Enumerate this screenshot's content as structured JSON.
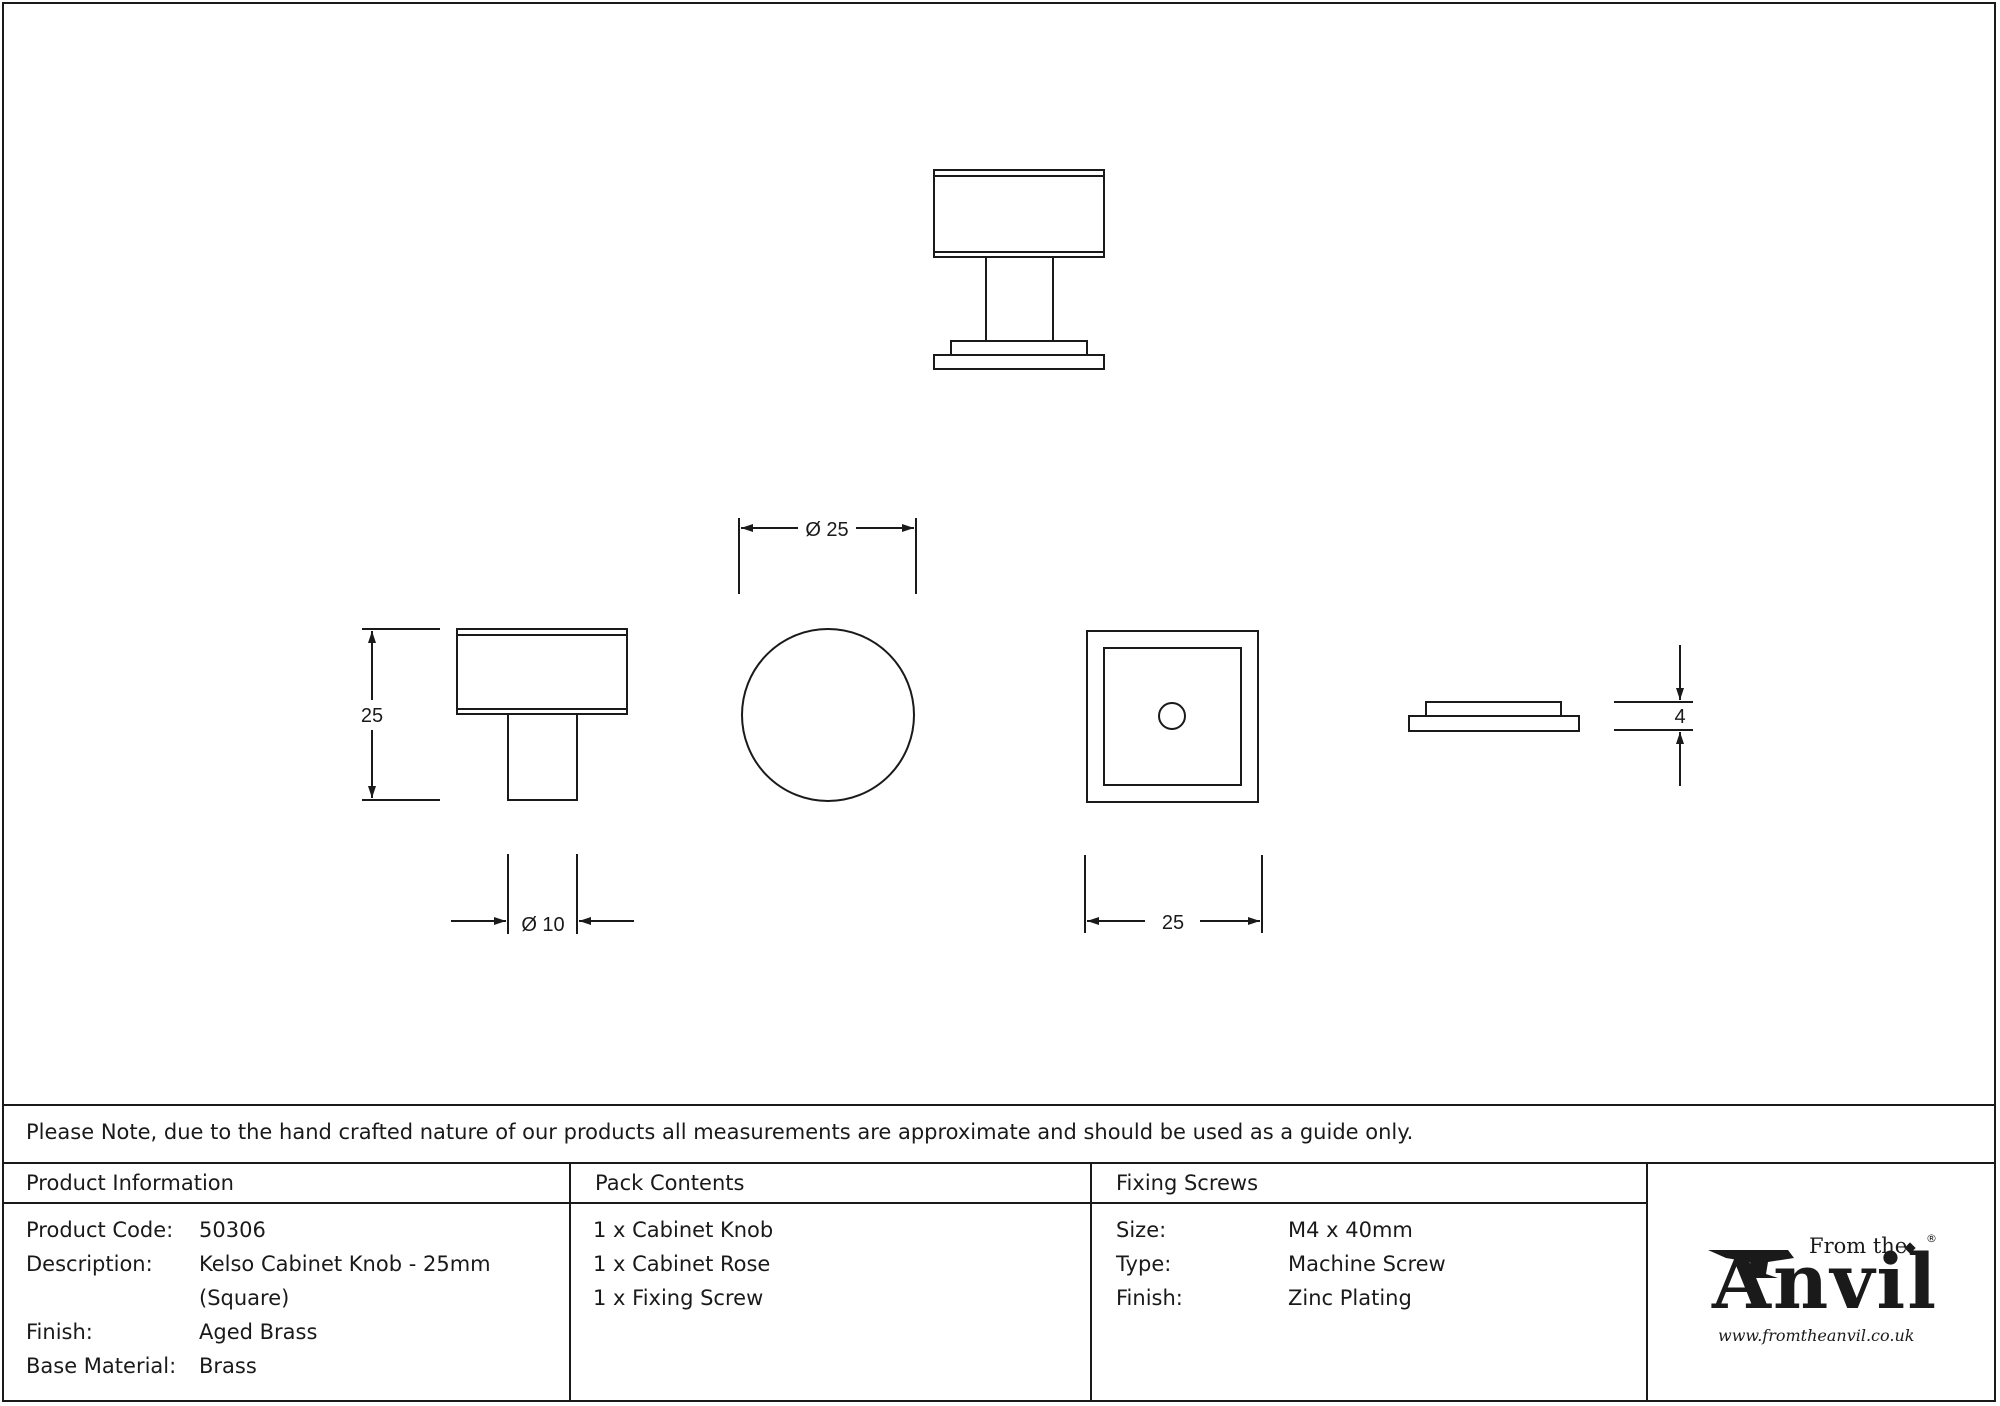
{
  "dimensions": {
    "knob_height": "25",
    "stem_diameter": "Ø 10",
    "knob_diameter": "Ø 25",
    "rose_width": "25",
    "rose_thickness": "4"
  },
  "note": "Please Note, due to the hand crafted nature of our products all measurements are approximate and should be used as a guide only.",
  "product_information": {
    "heading": "Product Information",
    "rows": [
      {
        "key": "Product Code:",
        "value": "50306"
      },
      {
        "key": "Description:",
        "value": "Kelso Cabinet Knob - 25mm"
      },
      {
        "key": "",
        "value": "(Square)"
      },
      {
        "key": "Finish:",
        "value": "Aged Brass"
      },
      {
        "key": "Base Material:",
        "value": "Brass"
      }
    ]
  },
  "pack_contents": {
    "heading": "Pack Contents",
    "items": [
      "1 x Cabinet Knob",
      "1 x Cabinet Rose",
      "1 x Fixing Screw"
    ]
  },
  "fixing_screws": {
    "heading": "Fixing Screws",
    "rows": [
      {
        "key": "Size:",
        "value": "M4 x 40mm"
      },
      {
        "key": "Type:",
        "value": "Machine Screw"
      },
      {
        "key": "Finish:",
        "value": "Zinc Plating"
      }
    ]
  },
  "logo": {
    "from_the": "From the",
    "anvil": "Anvil",
    "reg": "®",
    "url": "www.fromtheanvil.co.uk"
  },
  "colors": {
    "line": "#1a1a1a",
    "background": "#ffffff"
  }
}
